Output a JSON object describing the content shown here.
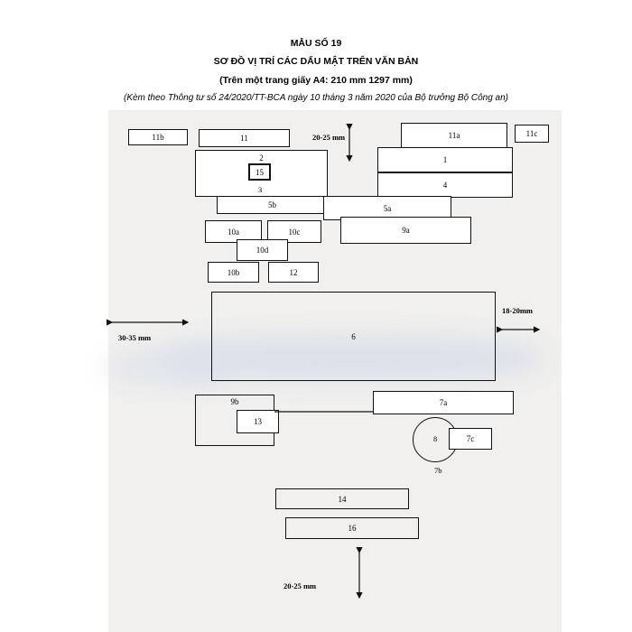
{
  "header": {
    "form_no": "MẪU SỐ 19",
    "title": "SƠ ĐỒ VỊ TRÍ CÁC DẤU MẬT TRÊN VĂN BẢN",
    "subtitle": "(Trên một trang giấy A4: 210 mm 1297 mm)",
    "attach": "(Kèm theo Thông tư số 24/2020/TT-BCA ngày 10 tháng 3 năm 2020 của Bộ trưởng Bộ Công an)"
  },
  "diagram": {
    "boxes": {
      "b11b": "11b",
      "b11": "11",
      "b11a": "11a",
      "b11c": "11c",
      "b1": "1",
      "b2": "2",
      "b15": "15",
      "b3": "3",
      "b4": "4",
      "b5b": "5b",
      "b5a": "5a",
      "b10a": "10a",
      "b10c": "10c",
      "b10d": "10d",
      "b9a": "9a",
      "b10b": "10b",
      "b12": "12",
      "b6": "6",
      "b9b": "9b",
      "b7a": "7a",
      "b13": "13",
      "b8": "8",
      "b7c": "7c",
      "b7b": "7b",
      "b14": "14",
      "b16": "16"
    },
    "margins": {
      "top": "20-25 mm",
      "left": "30-35 mm",
      "right": "18-20mm",
      "bottom": "20-25 mm"
    }
  }
}
